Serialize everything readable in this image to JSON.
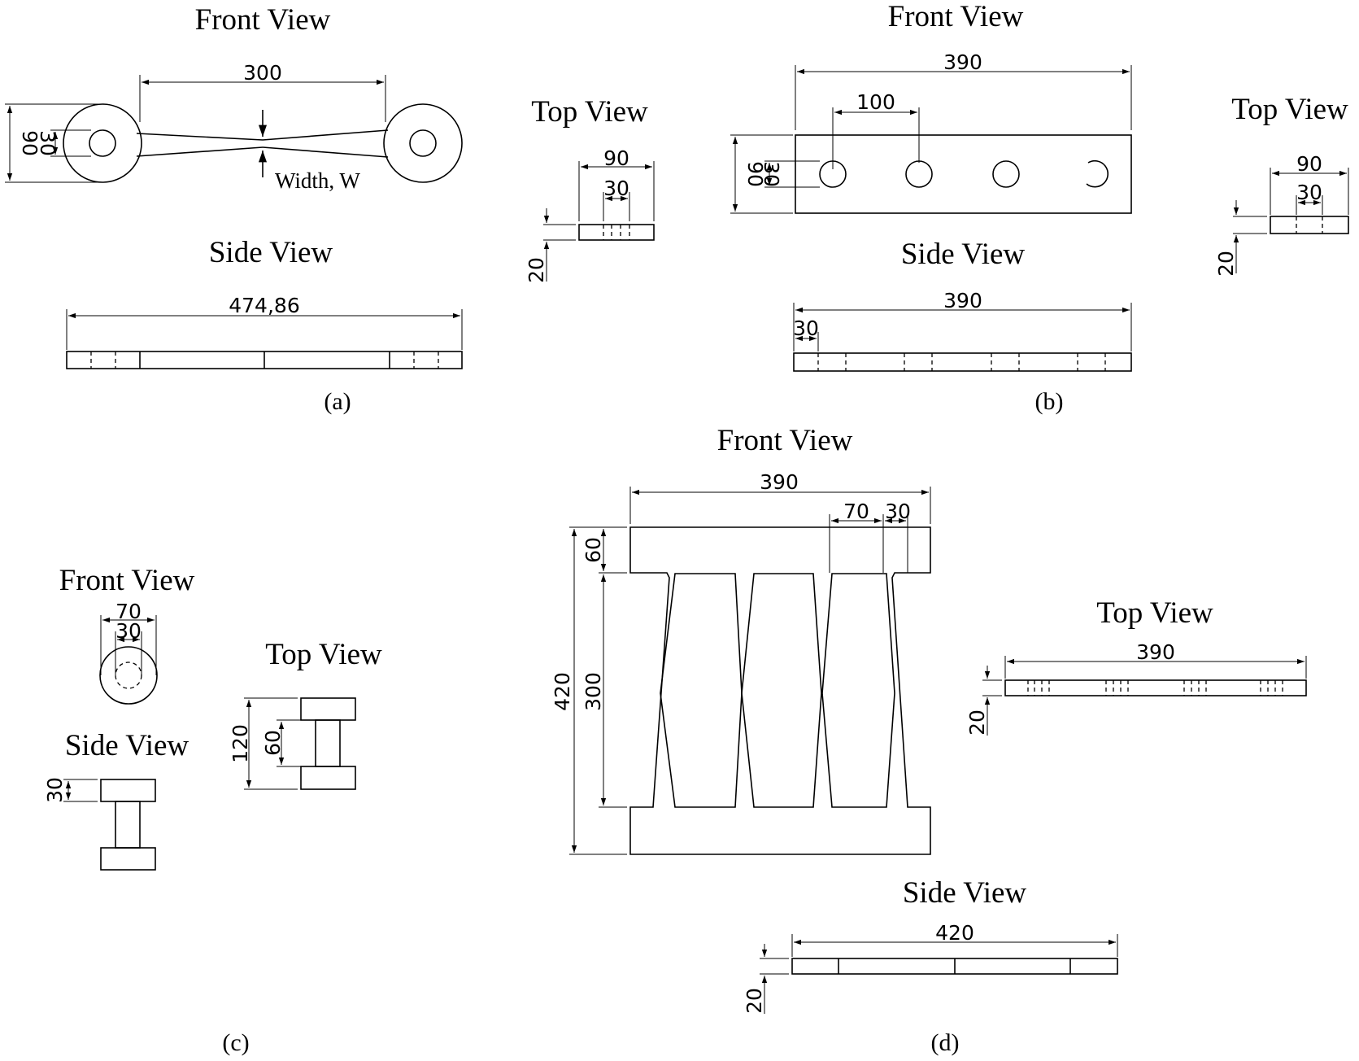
{
  "labels": {
    "front_view": "Front View",
    "top_view": "Top View",
    "side_view": "Side View",
    "width_note": "Width, W"
  },
  "captions": {
    "a": "(a)",
    "b": "(b)",
    "c": "(c)",
    "d": "(d)"
  },
  "panel_a": {
    "front_length": "300",
    "front_height": "90",
    "front_hole": "30",
    "top_width": "90",
    "top_hole": "30",
    "top_thickness": "20",
    "side_length": "474,86"
  },
  "panel_b": {
    "front_length": "390",
    "hole_spacing": "100",
    "front_height": "90",
    "front_hole": "30",
    "top_width": "90",
    "top_hole": "30",
    "top_thickness": "20",
    "side_length": "390",
    "side_offset": "30"
  },
  "panel_c": {
    "front_outer": "70",
    "front_inner": "30",
    "top_total": "120",
    "top_inner": "60",
    "side_flange": "30"
  },
  "panel_d": {
    "front_length": "390",
    "front_spacing": "70",
    "front_hole": "30",
    "front_flange": "60",
    "front_total": "420",
    "front_inner": "300",
    "top_length": "390",
    "top_thickness": "20",
    "side_length": "420",
    "side_thickness": "20"
  }
}
